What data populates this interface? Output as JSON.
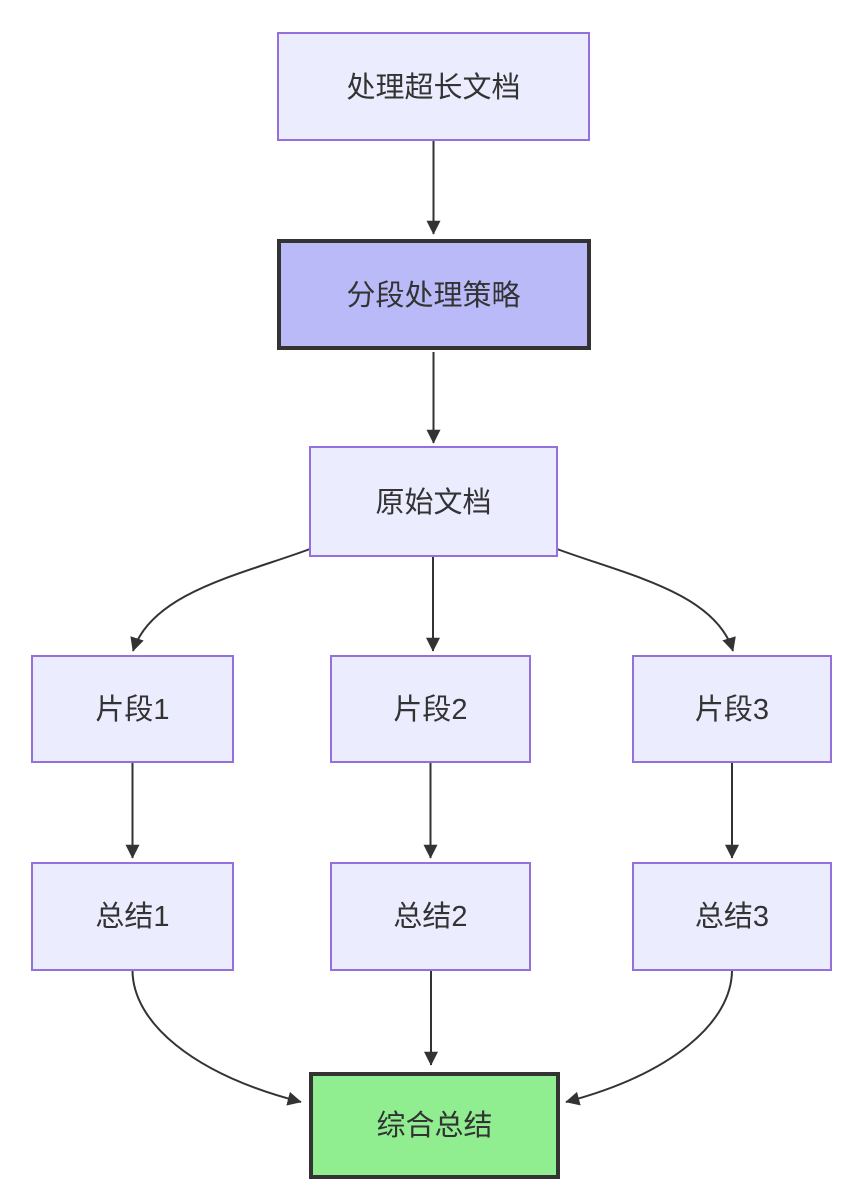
{
  "diagram": {
    "type": "flowchart",
    "direction": "top-down",
    "colors": {
      "background": "#ffffff",
      "node_fill": "#ECECFF",
      "node_border": "#9370DB",
      "highlight_fill": "#BABAF8",
      "highlight_border": "#333333",
      "result_fill": "#90EE90",
      "result_border": "#333333",
      "edge": "#333333",
      "text": "#333333"
    },
    "nodes": [
      {
        "id": "doc",
        "label": "处理超长文档",
        "style": "default"
      },
      {
        "id": "strategy",
        "label": "分段处理策略",
        "style": "highlight"
      },
      {
        "id": "original",
        "label": "原始文档",
        "style": "default"
      },
      {
        "id": "segment1",
        "label": "片段1",
        "style": "default"
      },
      {
        "id": "segment2",
        "label": "片段2",
        "style": "default"
      },
      {
        "id": "segment3",
        "label": "片段3",
        "style": "default"
      },
      {
        "id": "summary1",
        "label": "总结1",
        "style": "default"
      },
      {
        "id": "summary2",
        "label": "总结2",
        "style": "default"
      },
      {
        "id": "summary3",
        "label": "总结3",
        "style": "default"
      },
      {
        "id": "final",
        "label": "综合总结",
        "style": "result"
      }
    ],
    "edges": [
      {
        "from": "doc",
        "to": "strategy"
      },
      {
        "from": "strategy",
        "to": "original"
      },
      {
        "from": "original",
        "to": "segment1"
      },
      {
        "from": "original",
        "to": "segment2"
      },
      {
        "from": "original",
        "to": "segment3"
      },
      {
        "from": "segment1",
        "to": "summary1"
      },
      {
        "from": "segment2",
        "to": "summary2"
      },
      {
        "from": "segment3",
        "to": "summary3"
      },
      {
        "from": "summary1",
        "to": "final"
      },
      {
        "from": "summary2",
        "to": "final"
      },
      {
        "from": "summary3",
        "to": "final"
      }
    ]
  }
}
